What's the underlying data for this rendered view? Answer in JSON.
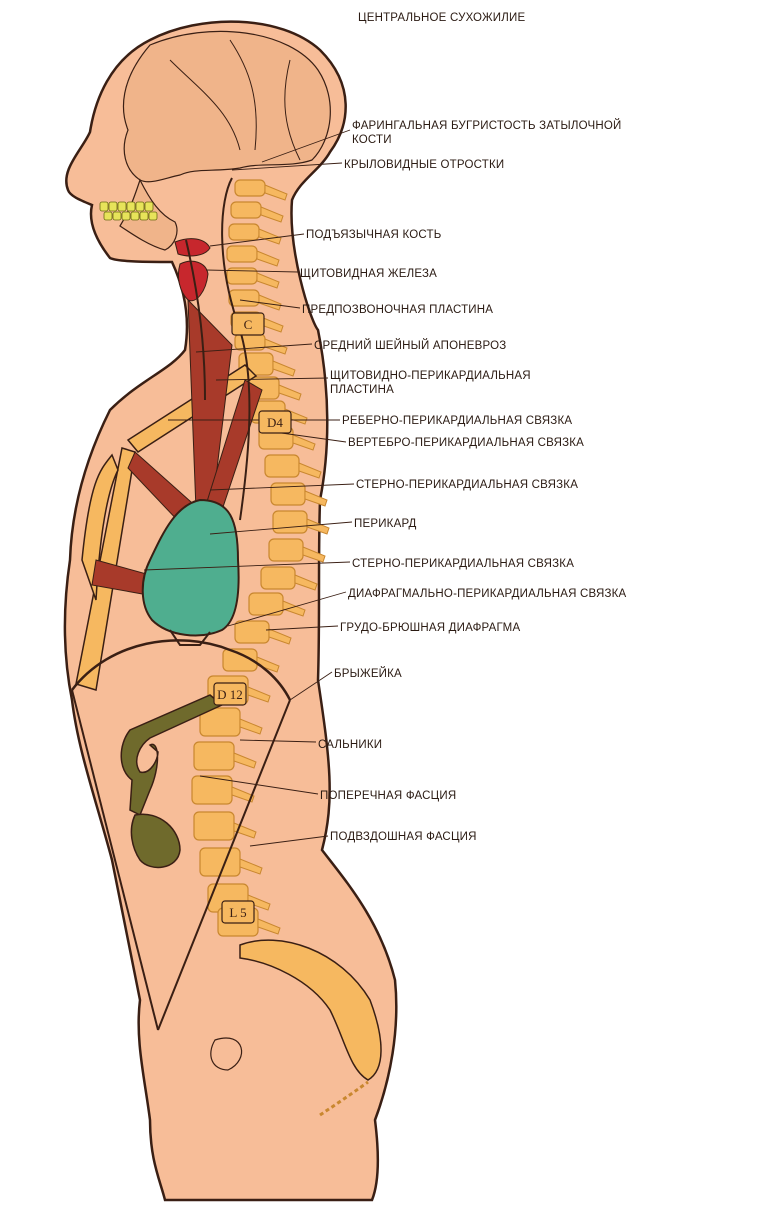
{
  "colors": {
    "skin": "#f7bd98",
    "outline": "#3a1f14",
    "bone": "#f6b860",
    "bone_dark": "#c9872f",
    "pericardium": "#4fae8f",
    "muscle": "#a83a2a",
    "thyroid": "#c7272d",
    "liver_band": "#6f6a2c",
    "teeth": "#e7e35a",
    "skull": "#f0b48a"
  },
  "vertebra_markers": [
    "C",
    "D4",
    "D 12",
    "L 5"
  ],
  "labels": [
    "ЦЕНТРАЛЬНОЕ СУХОЖИЛИЕ",
    "ФАРИНГАЛЬНАЯ БУГРИСТОСТЬ ЗАТЫЛОЧНОЙ КОСТИ",
    "КРЫЛОВИДНЫЕ ОТРОСТКИ",
    "ПОДЪЯЗЫЧНАЯ КОСТЬ",
    "ЩИТОВИДНАЯ ЖЕЛЕЗА",
    "ПРЕДПОЗВОНОЧНАЯ ПЛАСТИНА",
    "СРЕДНИЙ ШЕЙНЫЙ АПОНЕВРОЗ",
    "ЩИТОВИДНО-ПЕРИКАРДИАЛЬНАЯ ПЛАСТИНА",
    "РЕБЕРНО-ПЕРИКАРДИАЛЬНАЯ СВЯЗКА",
    "ВЕРТЕБРО-ПЕРИКАРДИАЛЬНАЯ СВЯЗКА",
    "СТЕРНО-ПЕРИКАРДИАЛЬНАЯ СВЯЗКА",
    "ПЕРИКАРД",
    "СТЕРНО-ПЕРИКАРДИАЛЬНАЯ СВЯЗКА",
    "ДИАФРАГМАЛЬНО-ПЕРИКАРДИАЛЬНАЯ СВЯЗКА",
    "ГРУДО-БРЮШНАЯ ДИАФРАГМА",
    "БРЫЖЕЙКА",
    "САЛЬНИКИ",
    "ПОПЕРЕЧНАЯ ФАСЦИЯ",
    "ПОДВЗДОШНАЯ ФАСЦИЯ"
  ]
}
